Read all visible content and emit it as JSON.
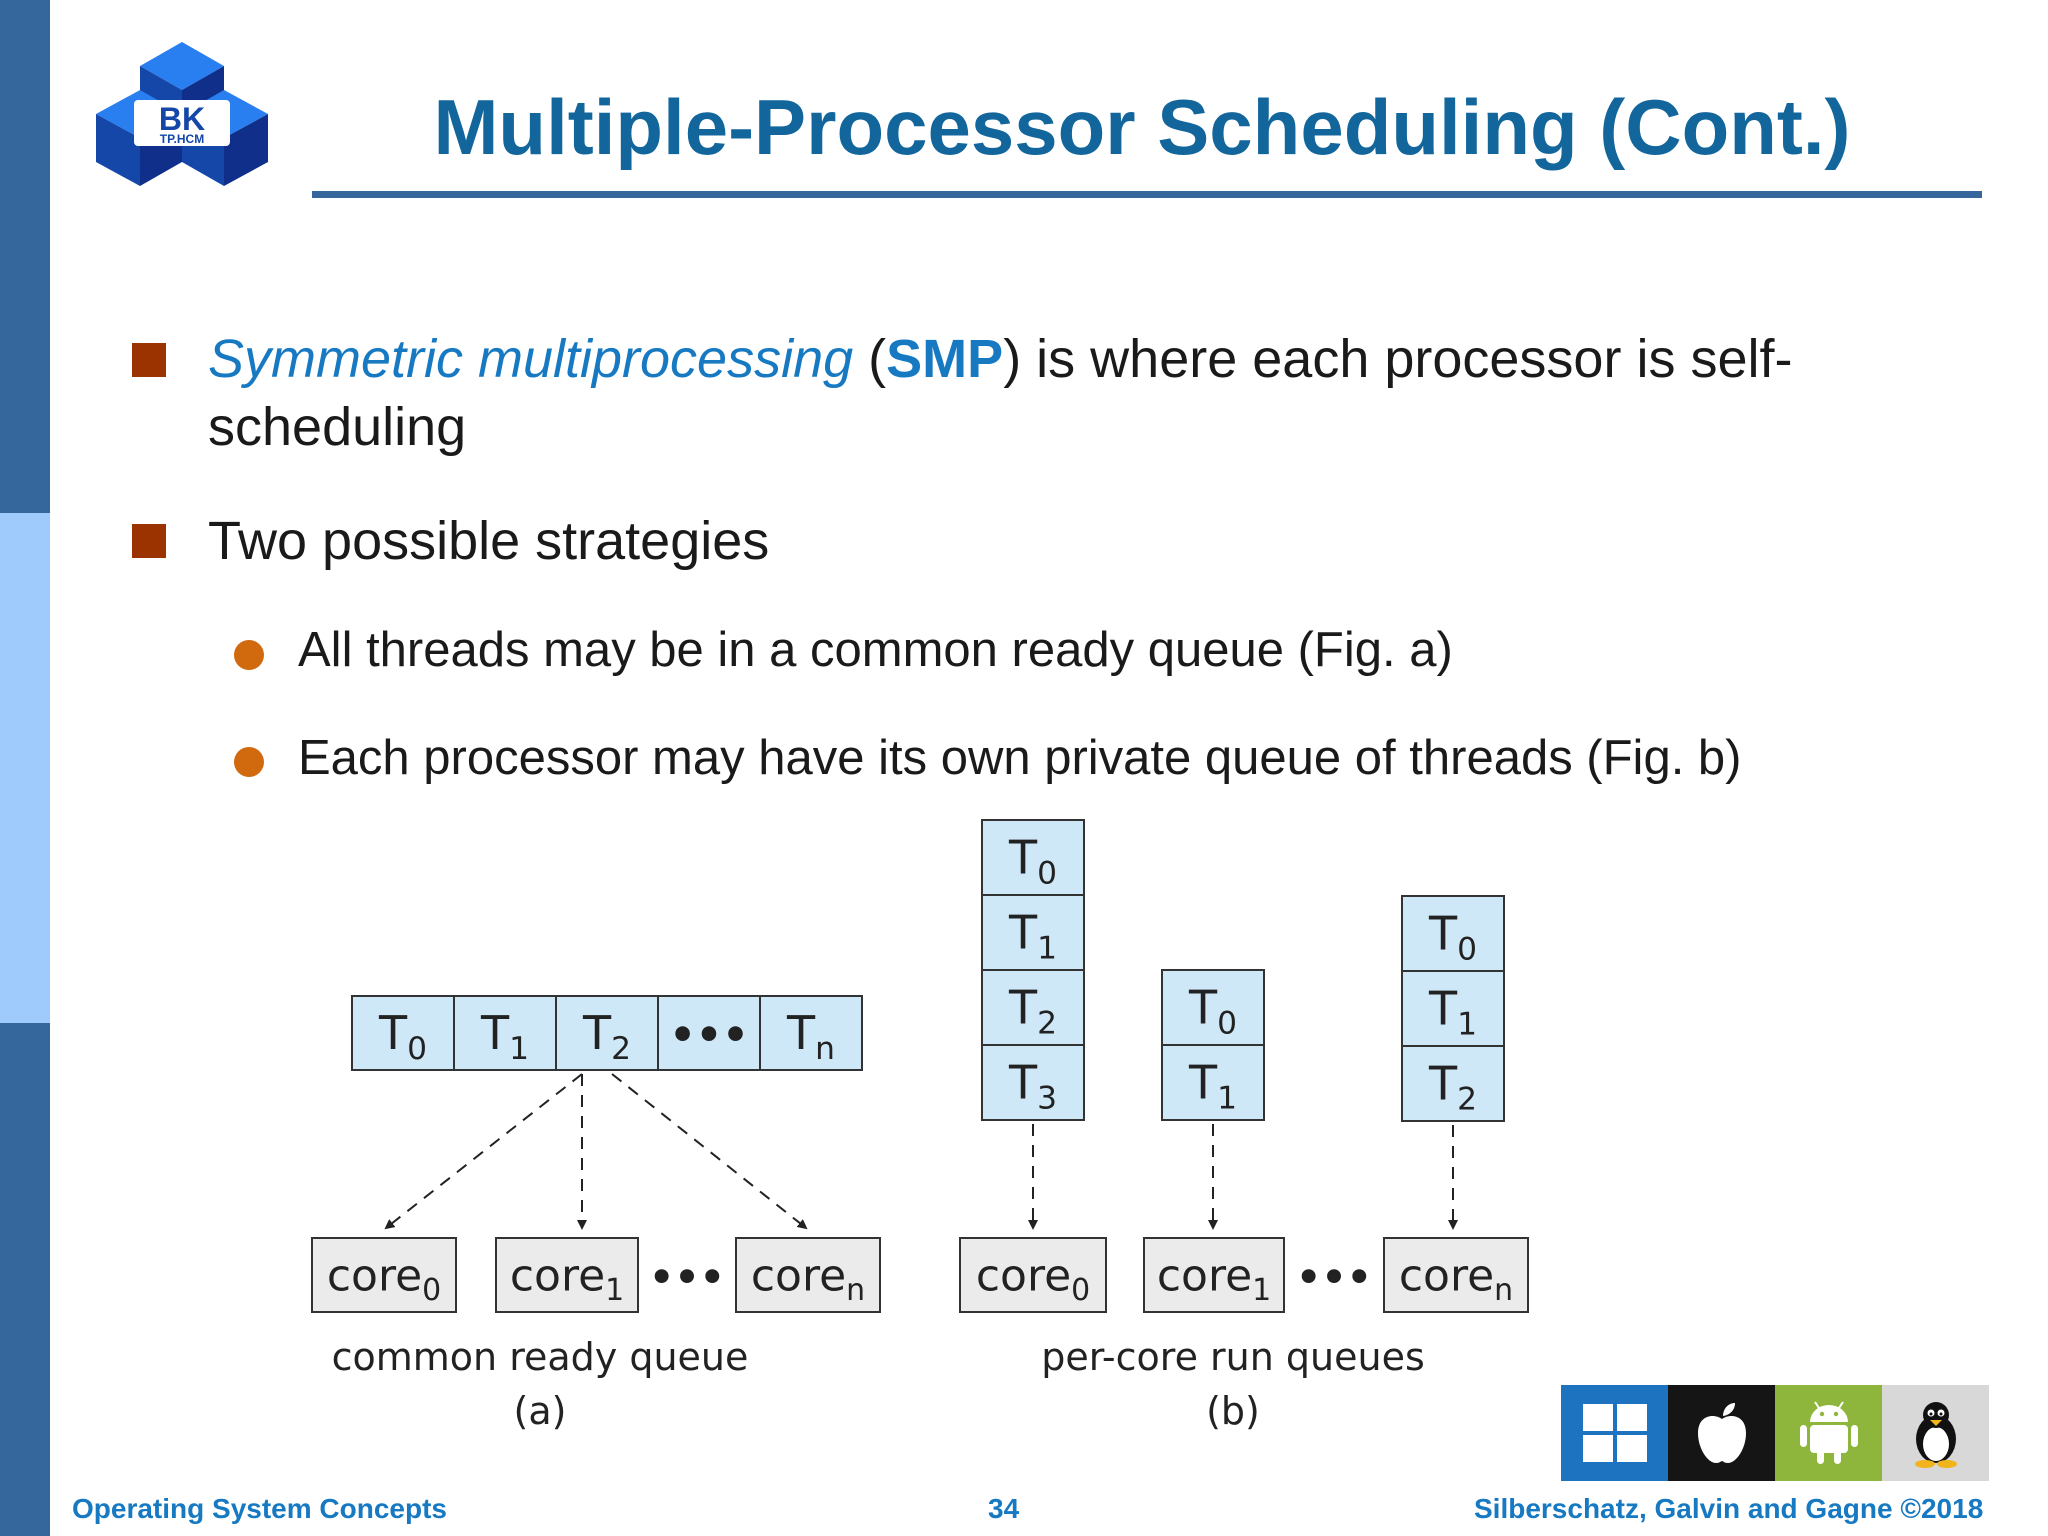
{
  "logo": {
    "line1": "BK",
    "line2": "TP.HCM"
  },
  "title": "Multiple-Processor Scheduling (Cont.)",
  "bullets": {
    "b1": {
      "term": "Symmetric multiprocessing",
      "open": " (",
      "abbr": "SMP",
      "rest": ") is where each processor is self-scheduling"
    },
    "b2": {
      "text": "Two possible strategies"
    },
    "sub1": "All threads may be in a common ready queue (Fig. a)",
    "sub2": "Each processor may have its own private queue of threads (Fig. b)"
  },
  "figure": {
    "a": {
      "queue": [
        "T0",
        "T1",
        "T2",
        "•••",
        "Tn"
      ],
      "cores": [
        "core0",
        "core1",
        "coren"
      ],
      "ellipsis": "•••",
      "caption": "common ready queue",
      "sublabel": "(a)"
    },
    "b": {
      "queues": [
        [
          "T0",
          "T1",
          "T2",
          "T3"
        ],
        [
          "T0",
          "T1"
        ],
        [
          "T0",
          "T1",
          "T2"
        ]
      ],
      "cores": [
        "core0",
        "core1",
        "coren"
      ],
      "ellipsis": "•••",
      "caption": "per-core run queues",
      "sublabel": "(b)"
    }
  },
  "os_icons": [
    "windows-icon",
    "apple-icon",
    "android-icon",
    "linux-tux-icon"
  ],
  "footer": {
    "left": "Operating System Concepts",
    "page": "34",
    "right": "Silberschatz, Galvin and Gagne ©2018"
  },
  "colors": {
    "title": "#12669c",
    "accent": "#1679c2",
    "sidebar_dark": "#36679c",
    "sidebar_light": "#9ecbfb",
    "bullet_square": "#9a3300",
    "bullet_dot": "#d1690f",
    "thread_box": "#cfe8f8",
    "core_box": "#ecebeb"
  }
}
